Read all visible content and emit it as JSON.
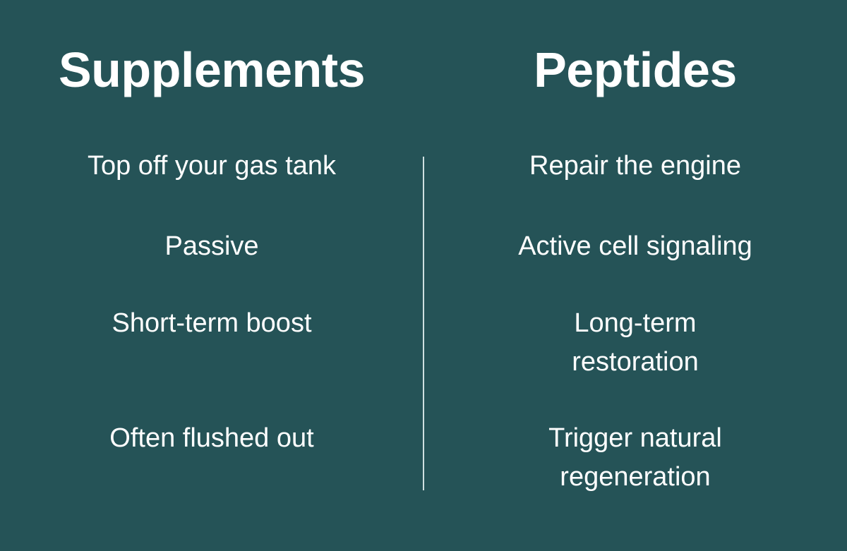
{
  "theme": {
    "background_color": "#255357",
    "text_color": "#ffffff",
    "divider_color": "#cfe0e0"
  },
  "columns": {
    "left": {
      "heading": "Supplements",
      "rows": [
        "Top off your gas tank",
        "Passive",
        "Short-term boost",
        "Often flushed out"
      ]
    },
    "right": {
      "heading": "Peptides",
      "rows": [
        "Repair the engine",
        "Active cell signaling",
        "Long-term restoration",
        "Trigger natural regeneration"
      ]
    }
  }
}
